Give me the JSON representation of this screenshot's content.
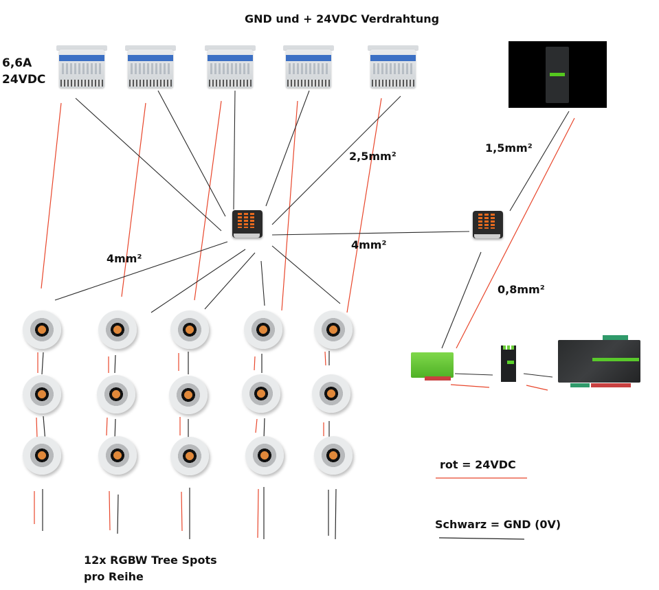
{
  "title": "GND  und + 24VDC Verdrahtung",
  "labels": {
    "dimmer_rating_line1": "6,6A",
    "dimmer_rating_line2": "24VDC",
    "wire_2_5": "2,5mm²",
    "wire_1_5": "1,5mm²",
    "wire_4_left": "4mm²",
    "wire_4_right": "4mm²",
    "wire_0_8": "0,8mm²",
    "spots_line1": "12x RGBW Tree Spots",
    "spots_line2": "pro Reihe"
  },
  "legend": {
    "red": {
      "text": "rot = 24VDC",
      "color": "#e8452a"
    },
    "black": {
      "text": "Schwarz = GND (0V)",
      "color": "#222222"
    }
  },
  "components": {
    "dimmers": 5,
    "dimmer_icon": "din-rail-led-dimmer",
    "power_supply_icon": "loxone-power-supply",
    "junction_icon": "wago-lever-terminal",
    "spot_icon": "rgbw-tree-spot",
    "spot_rows": 3,
    "spot_columns": 5,
    "controllers": [
      "miniserver-go",
      "extension",
      "miniserver"
    ]
  },
  "colors": {
    "red_wire": "#e8452a",
    "black_wire": "#222222",
    "loxone_green": "#59c92b"
  }
}
